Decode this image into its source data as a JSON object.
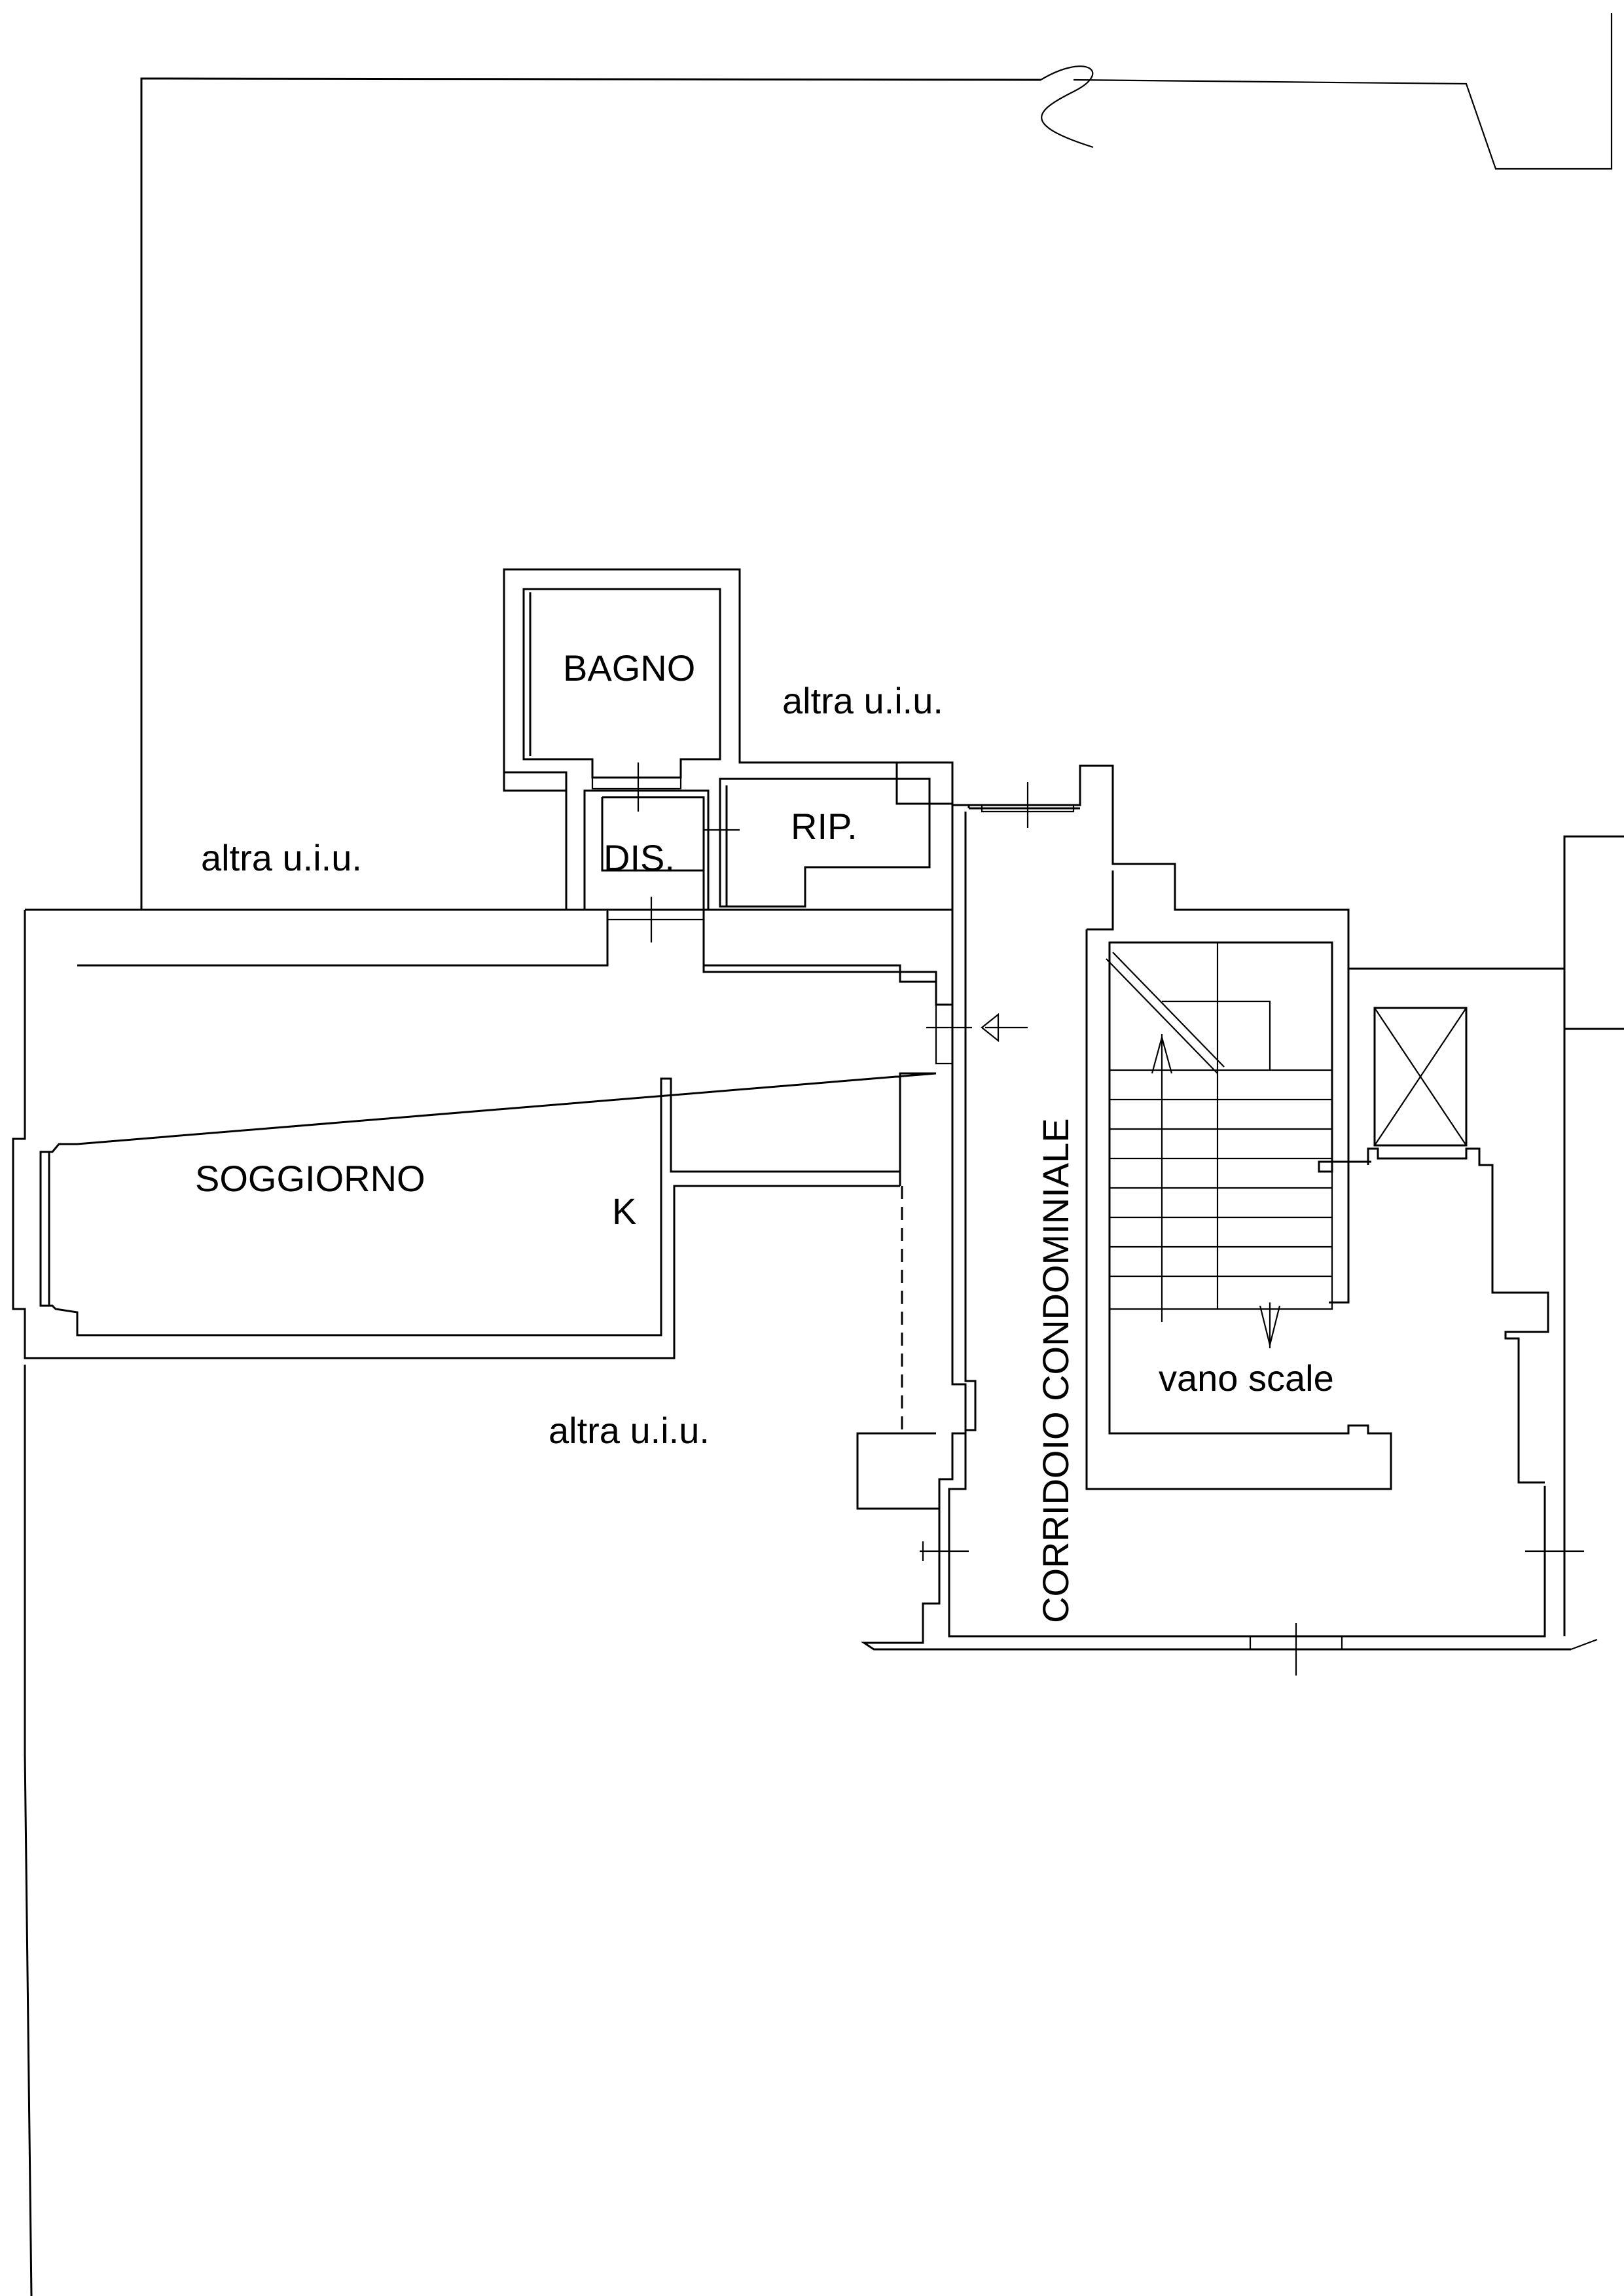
{
  "labels": {
    "bagno": "BAGNO",
    "ripostiglio": "RIP.",
    "disimpegno": "DIS.",
    "soggiorno": "SOGGIORNO",
    "cucina": "K",
    "corridoio": "CORRIDOIO CONDOMINIALE",
    "vano_scale": "vano scale",
    "altra_uiu_top": "altra u.i.u.",
    "altra_uiu_left": "altra u.i.u.",
    "altra_uiu_bottom": "altra u.i.u."
  }
}
